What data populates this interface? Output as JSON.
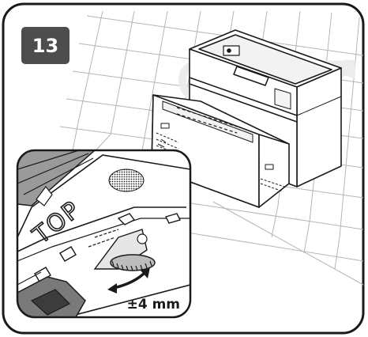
{
  "step": {
    "number": "13"
  },
  "detail": {
    "label": "TOP",
    "adjustment": "±4 mm"
  },
  "watermark": {
    "text": "cerar"
  },
  "colors": {
    "badge": "#4d4d4d",
    "outline": "#1a1a1a",
    "tile": "#b5b5b5",
    "panel": "#ffffff"
  },
  "icons": [
    "rotate-arrow-icon",
    "adjustment-wheel-icon",
    "ventilation-grid-icon"
  ]
}
